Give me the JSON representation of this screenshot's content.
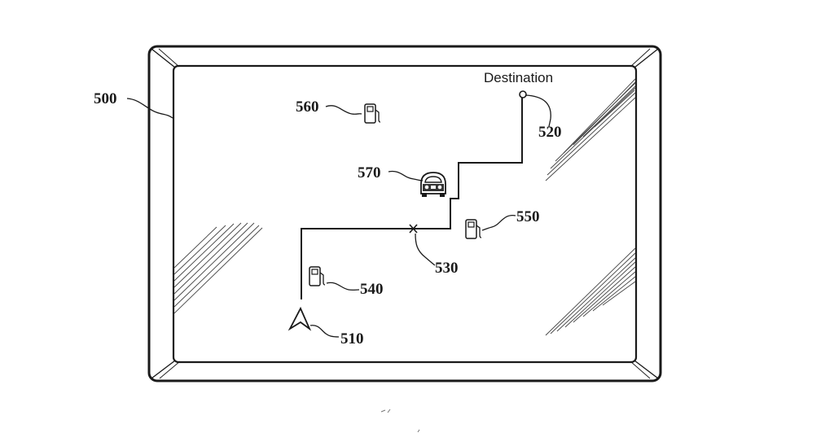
{
  "labels": {
    "device": "500",
    "start": "510",
    "destination": "520",
    "waypoint": "530",
    "station_a": "540",
    "station_b": "550",
    "station_c": "560",
    "vehicle": "570",
    "destination_text": "Destination"
  }
}
